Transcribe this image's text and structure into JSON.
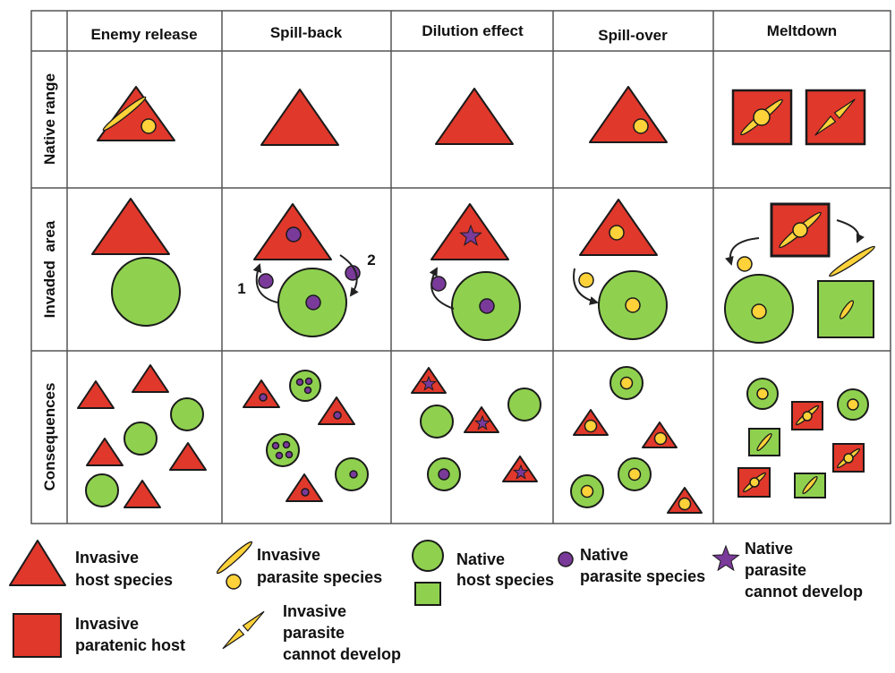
{
  "table": {
    "columns": [
      "Enemy release",
      "Spill-back",
      "Dilution effect",
      "Spill-over",
      "Meltdown"
    ],
    "rows": [
      "Native range",
      "Invaded  area",
      "Consequences"
    ]
  },
  "arrow_labels": {
    "one": "1",
    "two": "2"
  },
  "legend": {
    "invasive_host": [
      "Invasive",
      "host species"
    ],
    "invasive_parasite": [
      "Invasive",
      "parasite species"
    ],
    "native_host": [
      "Native",
      "host species"
    ],
    "native_parasite": [
      "Native",
      "parasite species"
    ],
    "native_parasite_no_develop": [
      "Native",
      "parasite",
      "cannot develop"
    ],
    "invasive_paratenic": [
      "Invasive",
      "paratenic host"
    ],
    "invasive_parasite_no_develop": [
      "Invasive",
      "parasite",
      "cannot develop"
    ]
  },
  "colors": {
    "invasive_host": "#e0382b",
    "native_host": "#8fd14f",
    "invasive_parasite": "#ffd23a",
    "native_parasite": "#7a3a9a",
    "outline": "#1a1a1a",
    "grid": "#555555"
  },
  "icons": {
    "triangle": "red-triangle-icon",
    "square": "red-square-icon",
    "circle": "green-circle-icon",
    "green_square": "green-square-icon",
    "parasite_rod": "yellow-rod-icon",
    "parasite_dot": "yellow-dot-icon",
    "native_parasite": "purple-dot-icon",
    "star": "purple-star-icon"
  }
}
